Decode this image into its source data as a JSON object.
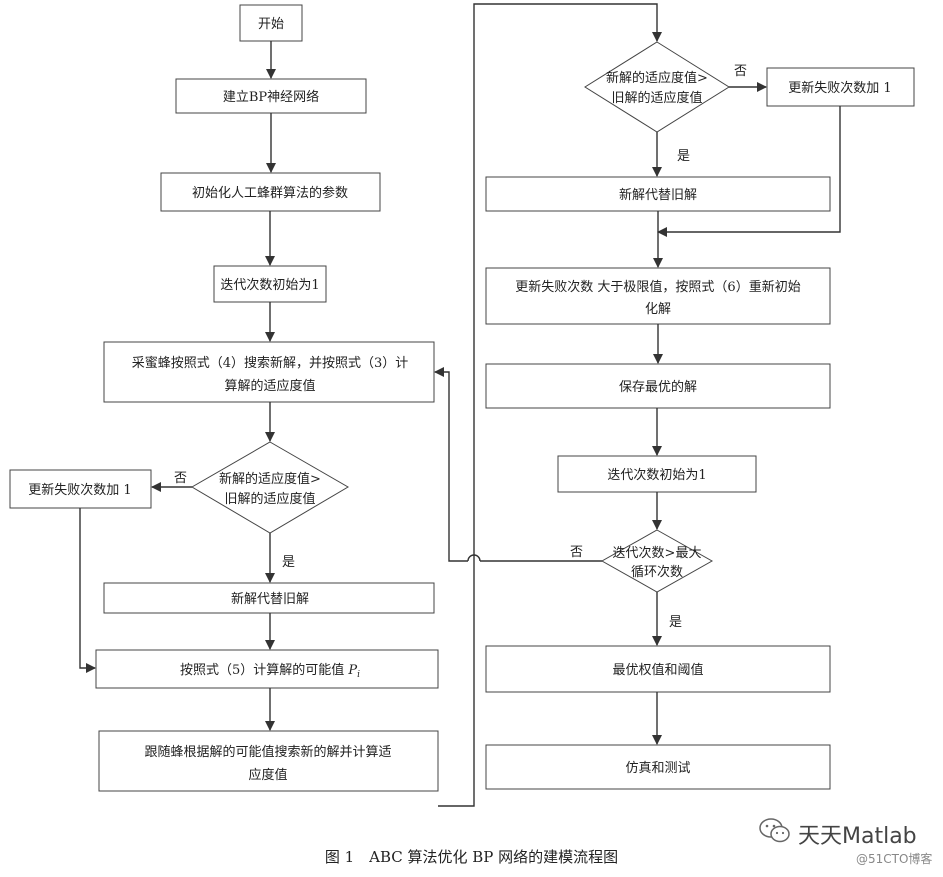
{
  "nodes": {
    "start": "开始",
    "build_bp": "建立BP神经网络",
    "init_abc": "初始化人工蜂群算法的参数",
    "iter_init_left": "迭代次数初始为1",
    "employed_search_l1": "采蜜蜂按照式（4）搜索新解，并按照式（3）计",
    "employed_search_l2": "算解的适应度值",
    "cmp_left_l1": "新解的适应度值>",
    "cmp_left_l2": "旧解的适应度值",
    "fail_left": "更新失败次数加 1",
    "replace_left": "新解代替旧解",
    "prob_l1": "按照式（5）计算解的可能值 ",
    "prob_sym": "P",
    "prob_sub": "i",
    "onlooker_l1": "跟随蜂根据解的可能值搜索新的解并计算适",
    "onlooker_l2": "应度值",
    "cmp_right_l1": "新解的适应度值>",
    "cmp_right_l2": "旧解的适应度值",
    "fail_right": "更新失败次数加 1",
    "replace_right": "新解代替旧解",
    "scout_l1": "更新失败次数 大于极限值，按照式（6）重新初始",
    "scout_l2": "化解",
    "save_best": "保存最优的解",
    "iter_init_right": "迭代次数初始为1",
    "max_iter_l1": "迭代次数>最大",
    "max_iter_l2": "循环次数",
    "optimal": "最优权值和阈值",
    "simulate": "仿真和测试"
  },
  "edge_labels": {
    "left_no": "否",
    "left_yes": "是",
    "right_no": "否",
    "right_yes": "是",
    "loop_no": "否",
    "final_yes": "是"
  },
  "caption": "图 1　ABC 算法优化 BP 网络的建模流程图",
  "watermark": {
    "name": "天天Matlab",
    "site": "@51CTO博客"
  },
  "colors": {
    "line": "#333333",
    "box_border": "#444444",
    "text": "#222222"
  }
}
